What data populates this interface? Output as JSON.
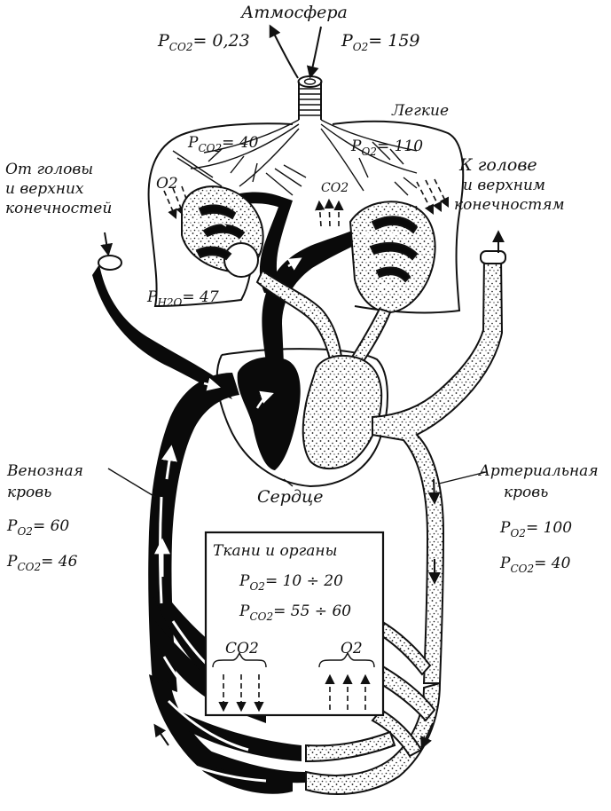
{
  "atmosphere": {
    "title": "Атмосфера",
    "pco2": "P",
    "pco2_sub": "CO2",
    "pco2_val": "= 0,23",
    "po2": "P",
    "po2_sub": "O2",
    "po2_val": "= 159"
  },
  "lungs": {
    "title": "Легкие",
    "pco2": "P",
    "pco2_sub": "CO2",
    "pco2_val": "= 40",
    "po2": "P",
    "po2_sub": "O2",
    "po2_val": "= 110",
    "ph2o": "P",
    "ph2o_sub": "H2O",
    "ph2o_val": "= 47",
    "o2_label": "O2",
    "co2_label": "CO2"
  },
  "from_head": {
    "line1": "От головы",
    "line2": "и верхних",
    "line3": "конечностей"
  },
  "to_head": {
    "line1": "К голове",
    "line2": "и верхним",
    "line3": "конечностям"
  },
  "heart": {
    "label": "Сердце"
  },
  "venous": {
    "line1": "Венозная",
    "line2": "кровь",
    "po2": "P",
    "po2_sub": "O2",
    "po2_val": "= 60",
    "pco2": "P",
    "pco2_sub": "CO2",
    "pco2_val": "= 46"
  },
  "arterial": {
    "line1": "Артериальная",
    "line2": "кровь",
    "po2": "P",
    "po2_sub": "O2",
    "po2_val": "= 100",
    "pco2": "P",
    "pco2_sub": "CO2",
    "pco2_val": "= 40"
  },
  "tissues": {
    "title": "Ткани и органы",
    "po2": "P",
    "po2_sub": "O2",
    "po2_val": "= 10 ÷ 20",
    "pco2": "P",
    "pco2_sub": "CO2",
    "pco2_val": "= 55 ÷ 60",
    "co2_label": "CO2",
    "o2_label": "O2"
  },
  "colors": {
    "venous": "#0a0a0a",
    "arterial_dots": "#111111",
    "background": "#ffffff"
  }
}
